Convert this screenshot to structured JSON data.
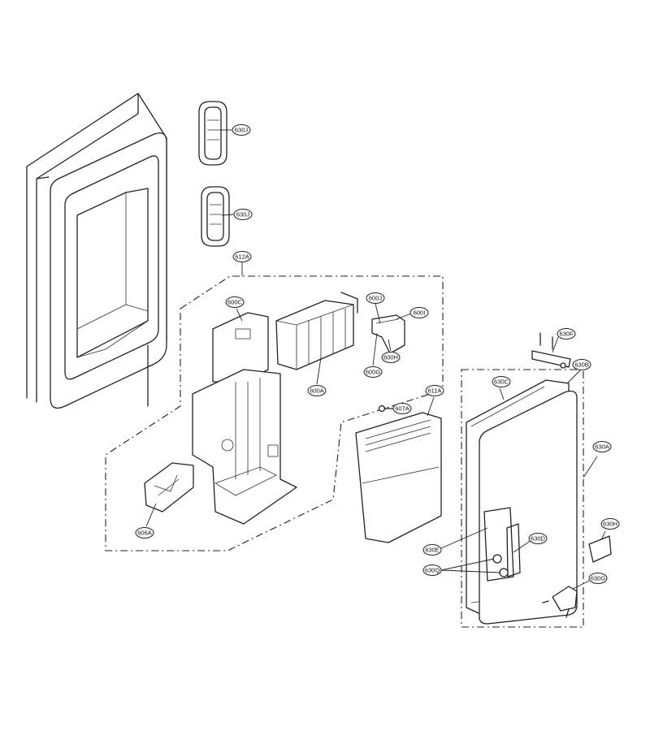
{
  "labels": {
    "p630J_top": "630J",
    "p630J_bottom": "630J",
    "p612A": "612A",
    "p600C": "600C",
    "p600J": "600J",
    "p600I": "600I",
    "p600H": "600H",
    "p600G": "600G",
    "p600A": "600A",
    "p607A": "607A",
    "p611A": "611A",
    "p606A": "606A",
    "p630F": "630F",
    "p630B": "630B",
    "p630C": "630C",
    "p630A": "630A",
    "p630H": "630H",
    "p630E": "630E",
    "p630D": "630D",
    "p630Q": "630Q",
    "p630G": "630G"
  }
}
